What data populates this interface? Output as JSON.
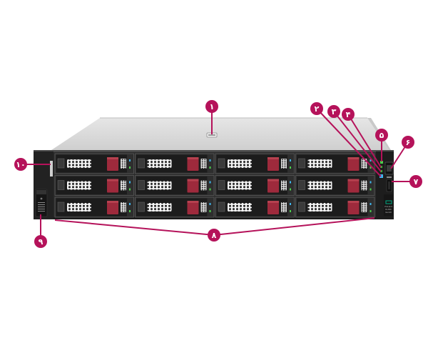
{
  "diagram": {
    "subject": "2U rack server front view with 12 LFF drive bays",
    "colors": {
      "callout": "#b5125a",
      "chassis_top": "#dcdcdc",
      "front_panel": "#1e1e1e",
      "drive_latch": "#9e2a3c",
      "led_green": "#4cd14c",
      "led_blue": "#3fb6f0",
      "brand_mark": "#01a982"
    },
    "drive_bays": {
      "rows": 3,
      "columns": 4,
      "total": 12
    },
    "front_label": [
      "ProLiant",
      "DL380",
      "Gen10"
    ],
    "callouts": [
      {
        "id": "1",
        "label": "۱",
        "target": "top-cover-latch"
      },
      {
        "id": "2",
        "label": "۲",
        "target": "status-led-1"
      },
      {
        "id": "3",
        "label": "۳",
        "target": "status-led-2"
      },
      {
        "id": "4",
        "label": "۴",
        "target": "status-led-3"
      },
      {
        "id": "5",
        "label": "۵",
        "target": "power-led"
      },
      {
        "id": "6",
        "label": "۶",
        "target": "usb-port"
      },
      {
        "id": "7",
        "label": "۷",
        "target": "display-port"
      },
      {
        "id": "8",
        "label": "۸",
        "target": "drive-bays"
      },
      {
        "id": "9",
        "label": "۹",
        "target": "serial-label-pull-tab"
      },
      {
        "id": "10",
        "label": "۱۰",
        "target": "rack-ear-left"
      }
    ]
  }
}
